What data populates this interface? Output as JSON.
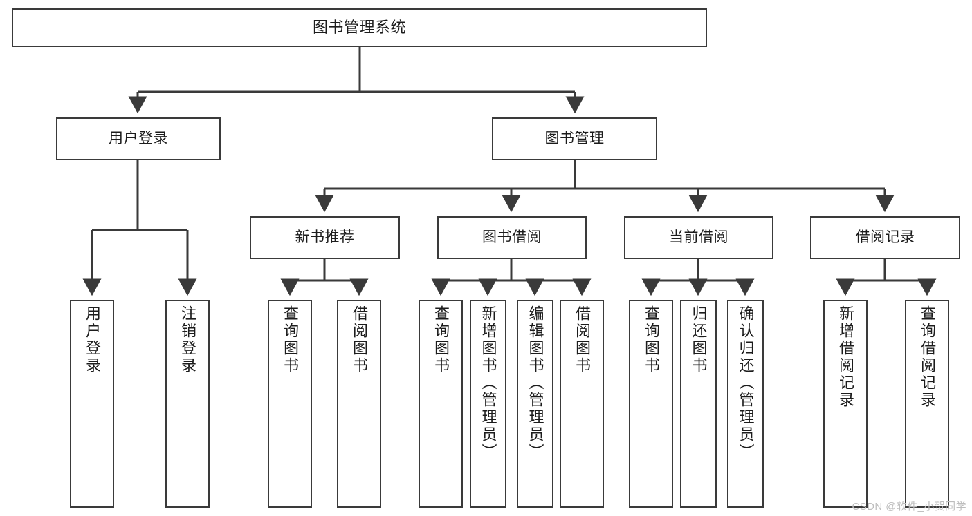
{
  "diagram": {
    "type": "tree-hierarchy",
    "title": "图书管理系统",
    "orientation": "top-down",
    "colors": {
      "box_border": "#3a3a3a",
      "box_fill": "#ffffff",
      "connector": "#3a3a3a",
      "text": "#1c1c1c",
      "watermark": "#bdbdbd"
    },
    "levels": {
      "level1": [
        {
          "id": "root",
          "label": "图书管理系统"
        }
      ],
      "level2": [
        {
          "id": "user-login",
          "label": "用户登录",
          "parent": "root"
        },
        {
          "id": "book-manage",
          "label": "图书管理",
          "parent": "root"
        }
      ],
      "level3": [
        {
          "id": "new-book-recommend",
          "label": "新书推荐",
          "parent": "book-manage"
        },
        {
          "id": "book-borrow",
          "label": "图书借阅",
          "parent": "book-manage"
        },
        {
          "id": "current-borrow",
          "label": "当前借阅",
          "parent": "book-manage"
        },
        {
          "id": "borrow-record",
          "label": "借阅记录",
          "parent": "book-manage"
        }
      ],
      "level4": [
        {
          "id": "leaf-user-login",
          "label": "用户登录",
          "parent": "user-login"
        },
        {
          "id": "leaf-logout",
          "label": "注销登录",
          "parent": "user-login"
        },
        {
          "id": "leaf-query-book-1",
          "label": "查询图书",
          "parent": "new-book-recommend"
        },
        {
          "id": "leaf-borrow-book-1",
          "label": "借阅图书",
          "parent": "new-book-recommend"
        },
        {
          "id": "leaf-query-book-2",
          "label": "查询图书",
          "parent": "book-borrow"
        },
        {
          "id": "leaf-add-book",
          "label": "新增图书（管理员）",
          "parent": "book-borrow"
        },
        {
          "id": "leaf-edit-book",
          "label": "编辑图书（管理员）",
          "parent": "book-borrow"
        },
        {
          "id": "leaf-borrow-book-2",
          "label": "借阅图书",
          "parent": "book-borrow"
        },
        {
          "id": "leaf-query-book-3",
          "label": "查询图书",
          "parent": "current-borrow"
        },
        {
          "id": "leaf-return-book",
          "label": "归还图书",
          "parent": "current-borrow"
        },
        {
          "id": "leaf-confirm-return",
          "label": "确认归还（管理员）",
          "parent": "current-borrow"
        },
        {
          "id": "leaf-add-record",
          "label": "新增借阅记录",
          "parent": "borrow-record"
        },
        {
          "id": "leaf-query-record",
          "label": "查询借阅记录",
          "parent": "borrow-record"
        }
      ]
    }
  },
  "watermark": {
    "text": "CSDN @软件_小贺同学"
  }
}
